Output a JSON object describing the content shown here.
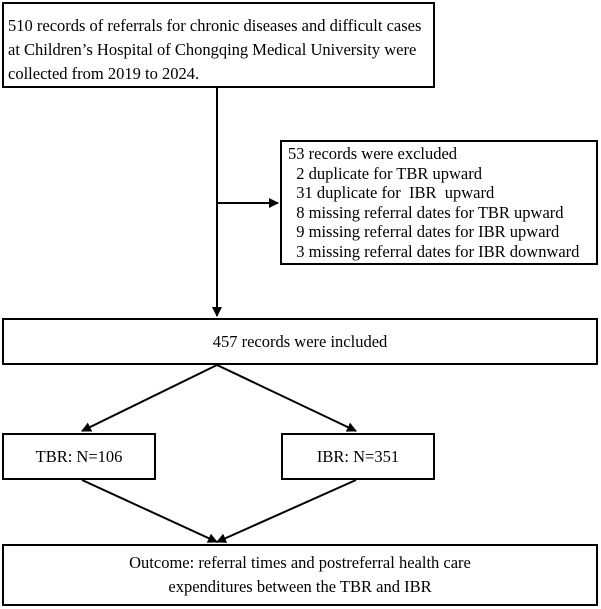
{
  "top_box": {
    "lines": [
      "510 records of referrals for chronic diseases and difficult cases",
      "at Children’s Hospital of Chongqing Medical University were",
      "collected from 2019 to 2024."
    ]
  },
  "exclusion_box": {
    "lines": [
      "53 records were excluded",
      "  2 duplicate for TBR upward",
      "  31 duplicate for  IBR  upward",
      "  8 missing referral dates for TBR upward",
      "  9 missing referral dates for IBR upward",
      "  3 missing referral dates for IBR downward"
    ]
  },
  "included_box": {
    "text": "457 records were included"
  },
  "tbr_box": {
    "text": "TBR: N=106"
  },
  "ibr_box": {
    "text": "IBR: N=351"
  },
  "outcome_box": {
    "lines": [
      "Outcome:  referral times and postreferral health care",
      "expenditures between the TBR and IBR"
    ]
  }
}
